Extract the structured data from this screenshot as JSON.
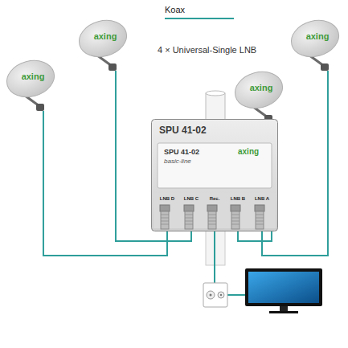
{
  "diagram": {
    "nodes": [
      {
        "text": [
          "axing"
        ]
      },
      {
        "text": [
          "axing"
        ]
      },
      {
        "text": [
          "axing"
        ]
      },
      {
        "text": [
          "axing"
        ]
      },
      {
        "text": [
          "SPU 41-02",
          "SPU 41-02",
          "basic-line",
          "axing"
        ]
      },
      {
        "text": [
          "LNB D"
        ],
        "in": 4
      },
      {
        "text": [
          "LNB C"
        ],
        "in": 4
      },
      {
        "text": [
          "Rec."
        ],
        "in": 4
      },
      {
        "text": [
          "LNB B"
        ],
        "in": 4
      },
      {
        "text": [
          "LNB A"
        ],
        "in": 4
      }
    ],
    "edges": [
      {
        "from": 0,
        "to": 5,
        "arrow": "none"
      },
      {
        "from": 1,
        "to": 6,
        "arrow": "none"
      },
      {
        "from": 2,
        "to": 8,
        "arrow": "none"
      },
      {
        "from": 3,
        "to": 9,
        "arrow": "none"
      }
    ],
    "labels": [
      "4 × Universal-Single LNB"
    ],
    "legend": [
      {
        "text": "Koax"
      }
    ]
  }
}
